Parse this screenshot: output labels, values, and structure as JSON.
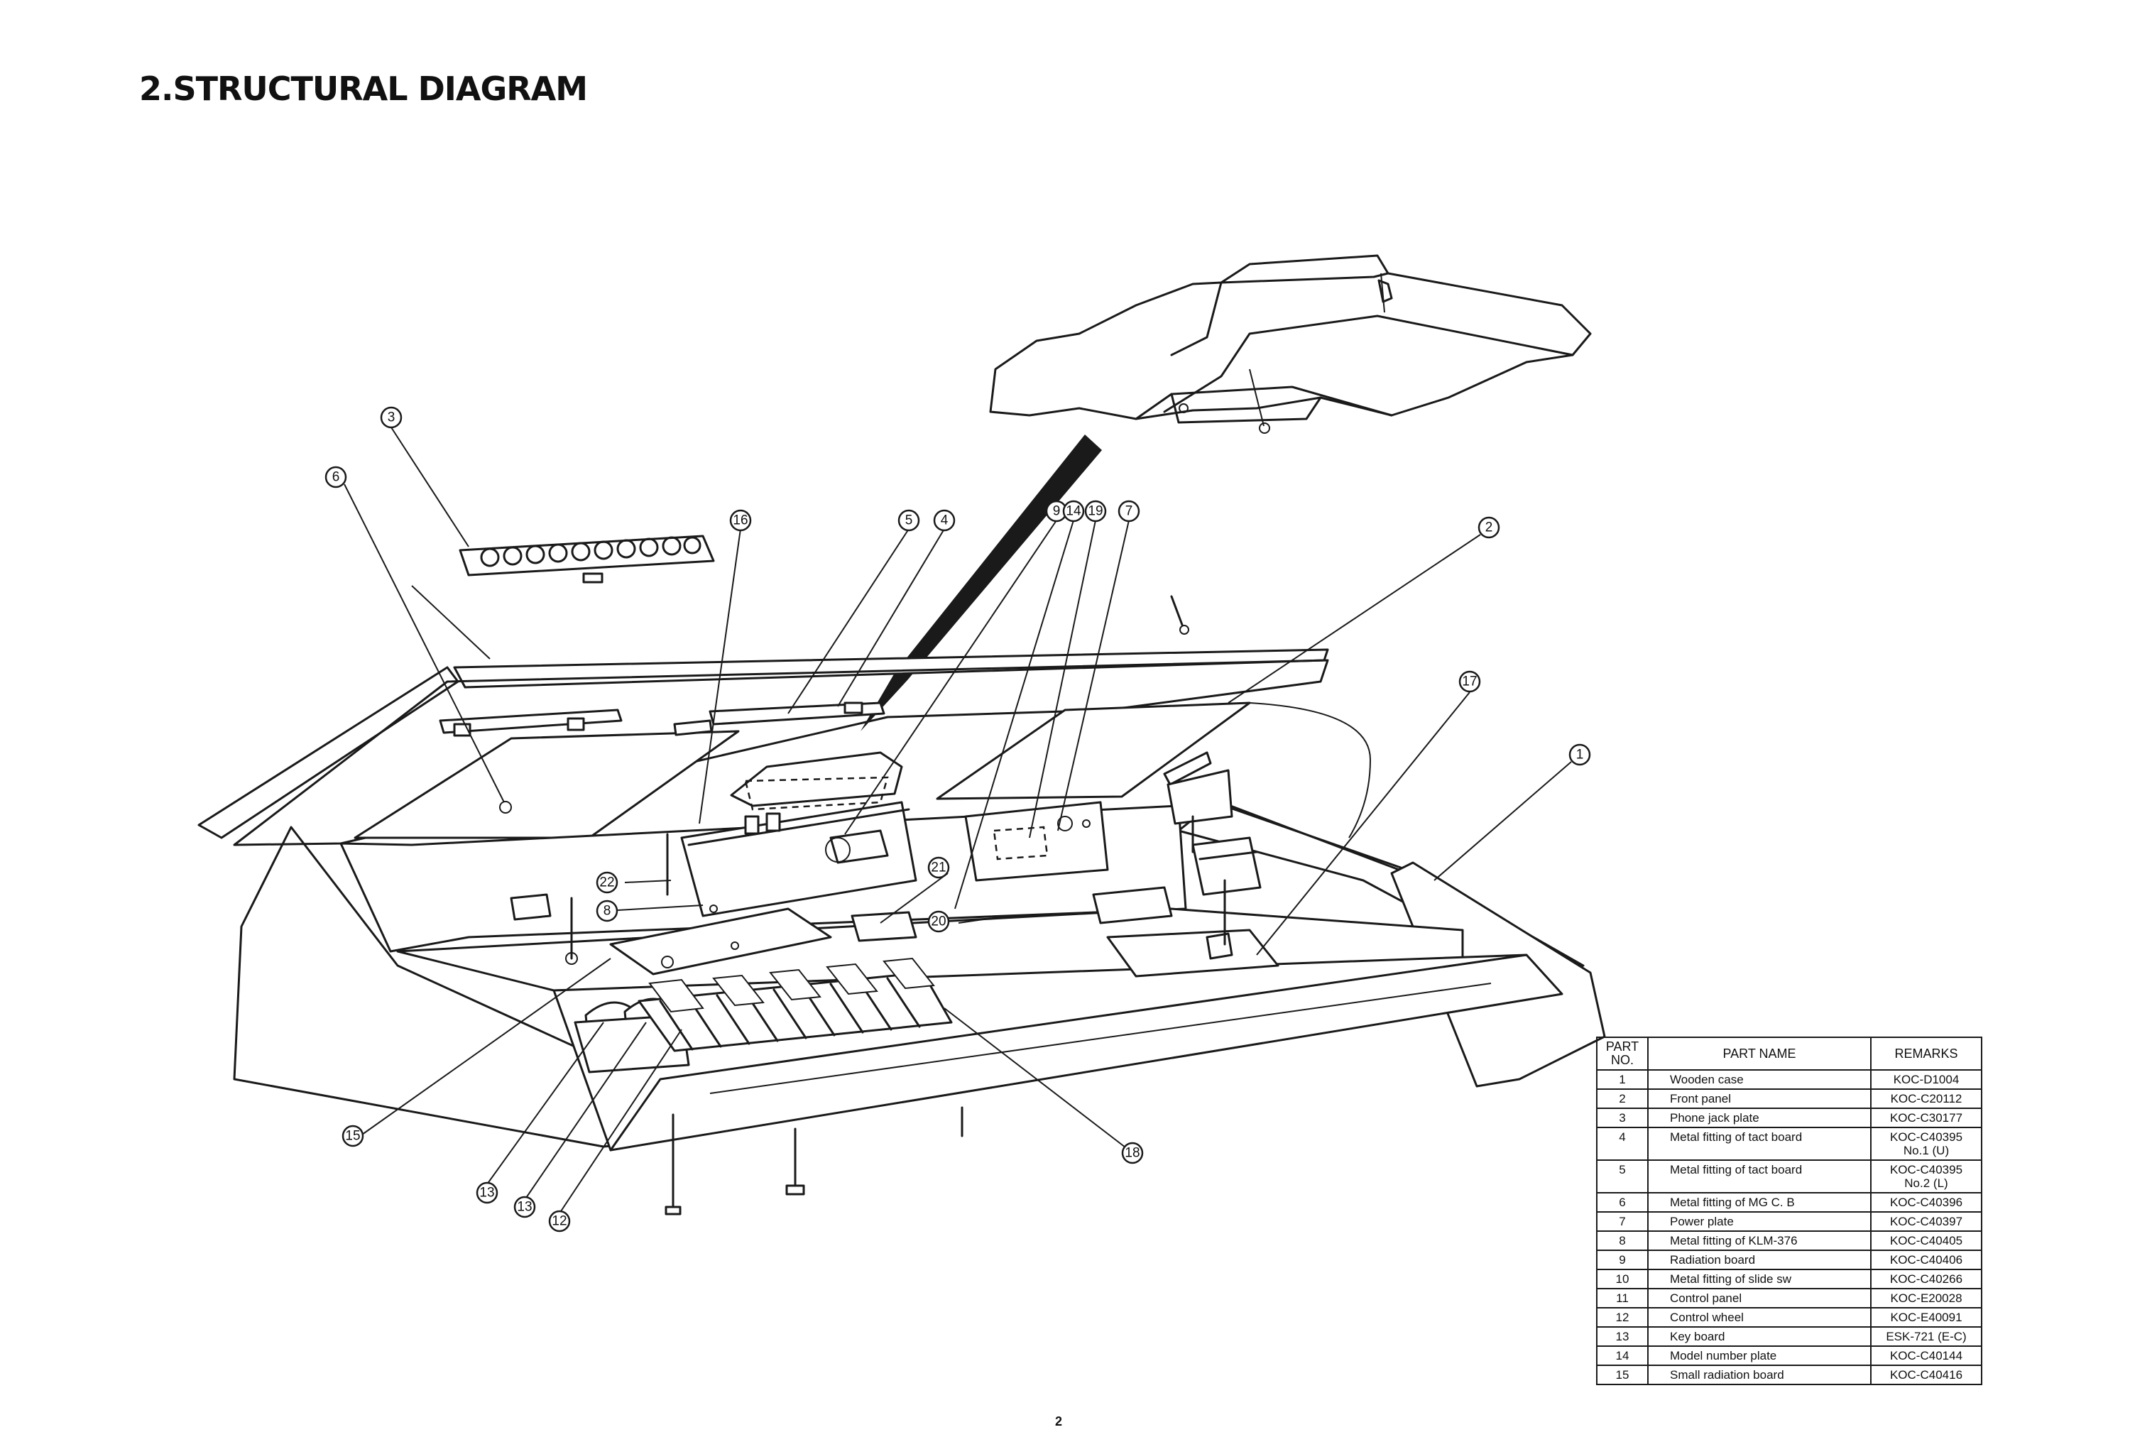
{
  "title": "2.STRUCTURAL DIAGRAM",
  "page_number": "2",
  "callouts": [
    "1",
    "2",
    "3",
    "4",
    "5",
    "6",
    "7",
    "8",
    "9",
    "12",
    "13",
    "13",
    "14",
    "15",
    "16",
    "17",
    "18",
    "19",
    "20",
    "21",
    "22"
  ],
  "table": {
    "headers": [
      "PART\nNO.",
      "PART NAME",
      "REMARKS"
    ],
    "rows": [
      {
        "no": "1",
        "name": "Wooden case",
        "remarks": "KOC-D1004"
      },
      {
        "no": "2",
        "name": "Front panel",
        "remarks": "KOC-C20112"
      },
      {
        "no": "3",
        "name": "Phone jack plate",
        "remarks": "KOC-C30177"
      },
      {
        "no": "4",
        "name": "Metal fitting of tact board",
        "remarks": "KOC-C40395\nNo.1 (U)"
      },
      {
        "no": "5",
        "name": "Metal fitting of tact board",
        "remarks": "KOC-C40395\nNo.2 (L)"
      },
      {
        "no": "6",
        "name": "Metal fitting of MG C. B",
        "remarks": "KOC-C40396"
      },
      {
        "no": "7",
        "name": "Power plate",
        "remarks": "KOC-C40397"
      },
      {
        "no": "8",
        "name": "Metal fitting of KLM-376",
        "remarks": "KOC-C40405"
      },
      {
        "no": "9",
        "name": "Radiation board",
        "remarks": "KOC-C40406"
      },
      {
        "no": "10",
        "name": "Metal fitting of slide sw",
        "remarks": "KOC-C40266"
      },
      {
        "no": "11",
        "name": "Control panel",
        "remarks": "KOC-E20028"
      },
      {
        "no": "12",
        "name": "Control wheel",
        "remarks": "KOC-E40091"
      },
      {
        "no": "13",
        "name": "Key board",
        "remarks": "ESK-721 (E-C)"
      },
      {
        "no": "14",
        "name": "Model number plate",
        "remarks": "KOC-C40144"
      },
      {
        "no": "15",
        "name": "Small radiation board",
        "remarks": "KOC-C40416"
      }
    ]
  }
}
